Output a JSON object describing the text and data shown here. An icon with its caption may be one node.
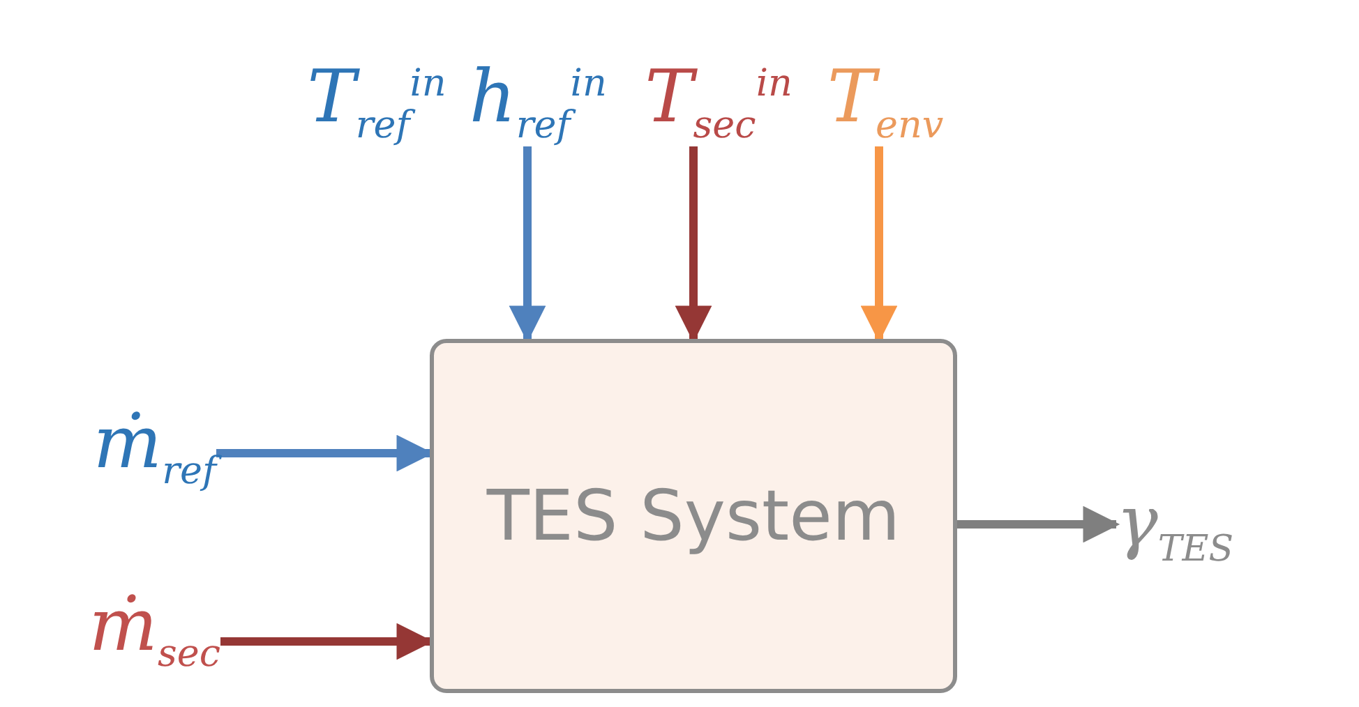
{
  "diagram": {
    "nodes": [
      {
        "text": [
          "TES System"
        ]
      },
      {
        "text": [
          "T$_{ref}$$^{in}$ h$_{ref}$$^{in}$"
        ]
      },
      {
        "text": [
          "T$_{sec}$$^{in}$"
        ]
      },
      {
        "text": [
          "T$_{env}$"
        ]
      },
      {
        "text": [
          "ṁ$_{ref}$"
        ]
      },
      {
        "text": [
          "ṁ$_{sec}$"
        ]
      },
      {
        "text": [
          "γ$_{TES}$"
        ]
      }
    ],
    "edges": [
      {
        "from": 1,
        "to": 0,
        "arrow": "to",
        "color": "#4f81bd"
      },
      {
        "from": 2,
        "to": 0,
        "arrow": "to",
        "color": "#953735"
      },
      {
        "from": 3,
        "to": 0,
        "arrow": "to",
        "color": "#f79646"
      },
      {
        "from": 4,
        "to": 0,
        "arrow": "to",
        "color": "#4f81bd"
      },
      {
        "from": 5,
        "to": 0,
        "arrow": "to",
        "color": "#953735"
      },
      {
        "from": 0,
        "to": 6,
        "arrow": "to",
        "color": "#7f7f7f"
      }
    ]
  }
}
